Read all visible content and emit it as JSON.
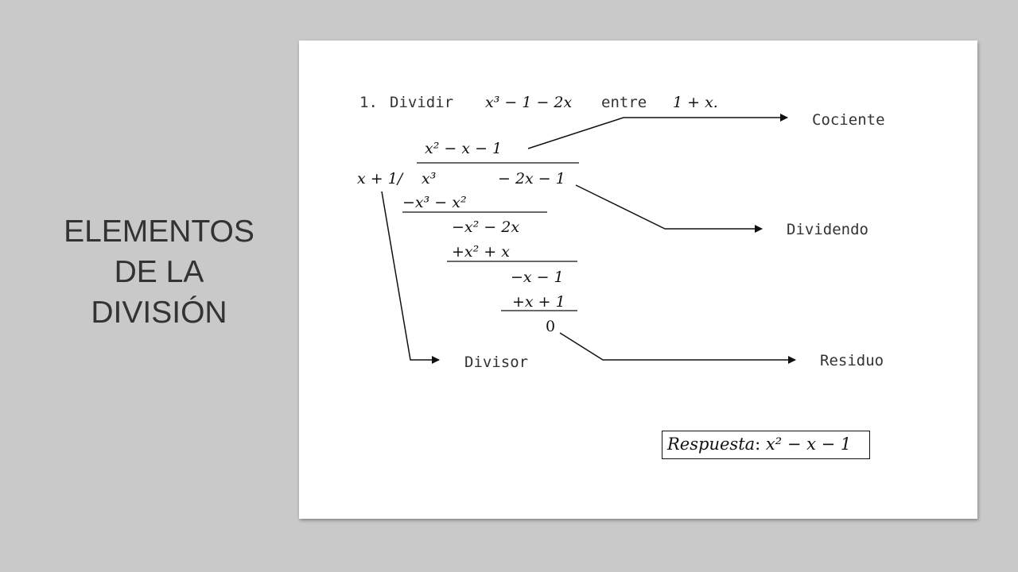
{
  "slide": {
    "title_lines": [
      "ELEMENTOS",
      "DE LA",
      "DIVISIÓN"
    ]
  },
  "problem": {
    "number": "1.",
    "verb": "Dividir",
    "dividend_expr": "x³ − 1 − 2x",
    "connector": "entre",
    "divisor_expr": "1 + x."
  },
  "long_division": {
    "quotient": "x² − x − 1",
    "divisor": "x + 1/",
    "dividend_first": "x³",
    "dividend_rest": "− 2x − 1",
    "step1_sub": "−x³ − x²",
    "step1_rem": "−x² − 2x",
    "step2_sub": "+x²   + x",
    "step2_rem": "−x  − 1",
    "step3_sub": "+x  + 1",
    "remainder": "0"
  },
  "labels": {
    "cociente": "Cociente",
    "dividendo": "Dividendo",
    "divisor": "Divisor",
    "residuo": "Residuo"
  },
  "answer": {
    "label": "Respuesta",
    "colon": ":",
    "expr": "x² − x − 1"
  }
}
